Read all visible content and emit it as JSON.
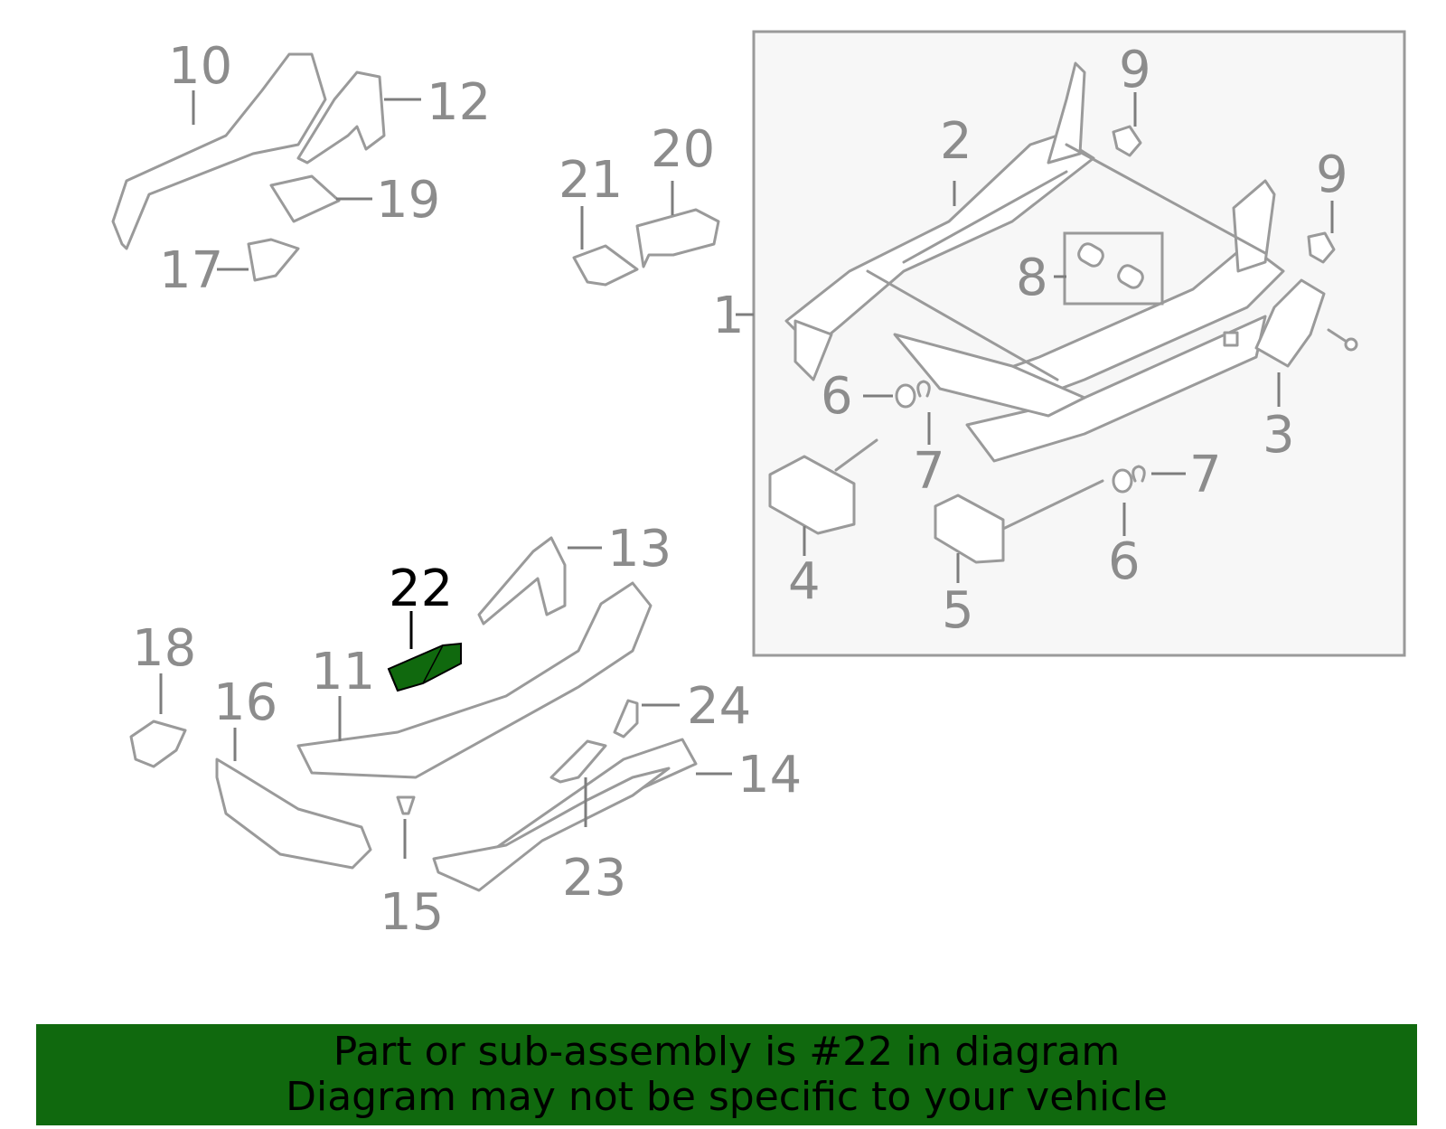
{
  "callouts": {
    "c1": "1",
    "c2": "2",
    "c3": "3",
    "c4": "4",
    "c5": "5",
    "c6a": "6",
    "c6b": "6",
    "c7a": "7",
    "c7b": "7",
    "c8": "8",
    "c9a": "9",
    "c9b": "9",
    "c10": "10",
    "c11": "11",
    "c12": "12",
    "c13": "13",
    "c14": "14",
    "c15": "15",
    "c16": "16",
    "c17": "17",
    "c18": "18",
    "c19": "19",
    "c20": "20",
    "c21": "21",
    "c22": "22",
    "c23": "23",
    "c24": "24"
  },
  "highlight": {
    "part": "22",
    "color": "#10690e"
  },
  "banner": {
    "line1": "Part or sub-assembly is #22 in diagram",
    "line2": "Diagram may not be specific to your vehicle",
    "background": "#10690e"
  }
}
